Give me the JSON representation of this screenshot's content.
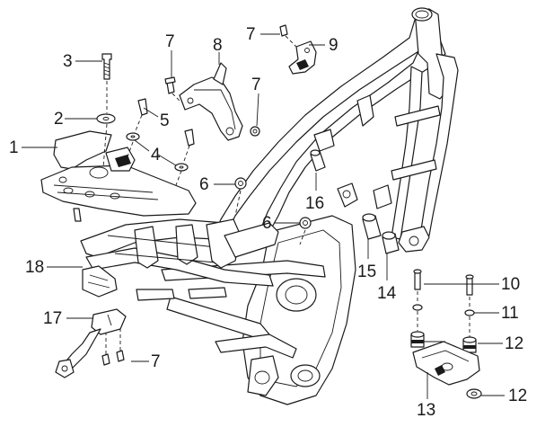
{
  "diagram": {
    "callouts": [
      {
        "id": "c1",
        "text": "1"
      },
      {
        "id": "c2",
        "text": "2"
      },
      {
        "id": "c3",
        "text": "3"
      },
      {
        "id": "c4",
        "text": "4"
      },
      {
        "id": "c5",
        "text": "5"
      },
      {
        "id": "c6a",
        "text": "6"
      },
      {
        "id": "c6b",
        "text": "6"
      },
      {
        "id": "c7a",
        "text": "7"
      },
      {
        "id": "c7b",
        "text": "7"
      },
      {
        "id": "c7c",
        "text": "7"
      },
      {
        "id": "c7d",
        "text": "7"
      },
      {
        "id": "c8",
        "text": "8"
      },
      {
        "id": "c9",
        "text": "9"
      },
      {
        "id": "c10",
        "text": "10"
      },
      {
        "id": "c11",
        "text": "11"
      },
      {
        "id": "c12a",
        "text": "12"
      },
      {
        "id": "c12b",
        "text": "12"
      },
      {
        "id": "c13",
        "text": "13"
      },
      {
        "id": "c14",
        "text": "14"
      },
      {
        "id": "c15",
        "text": "15"
      },
      {
        "id": "c16",
        "text": "16"
      },
      {
        "id": "c17",
        "text": "17"
      },
      {
        "id": "c18",
        "text": "18"
      }
    ]
  }
}
